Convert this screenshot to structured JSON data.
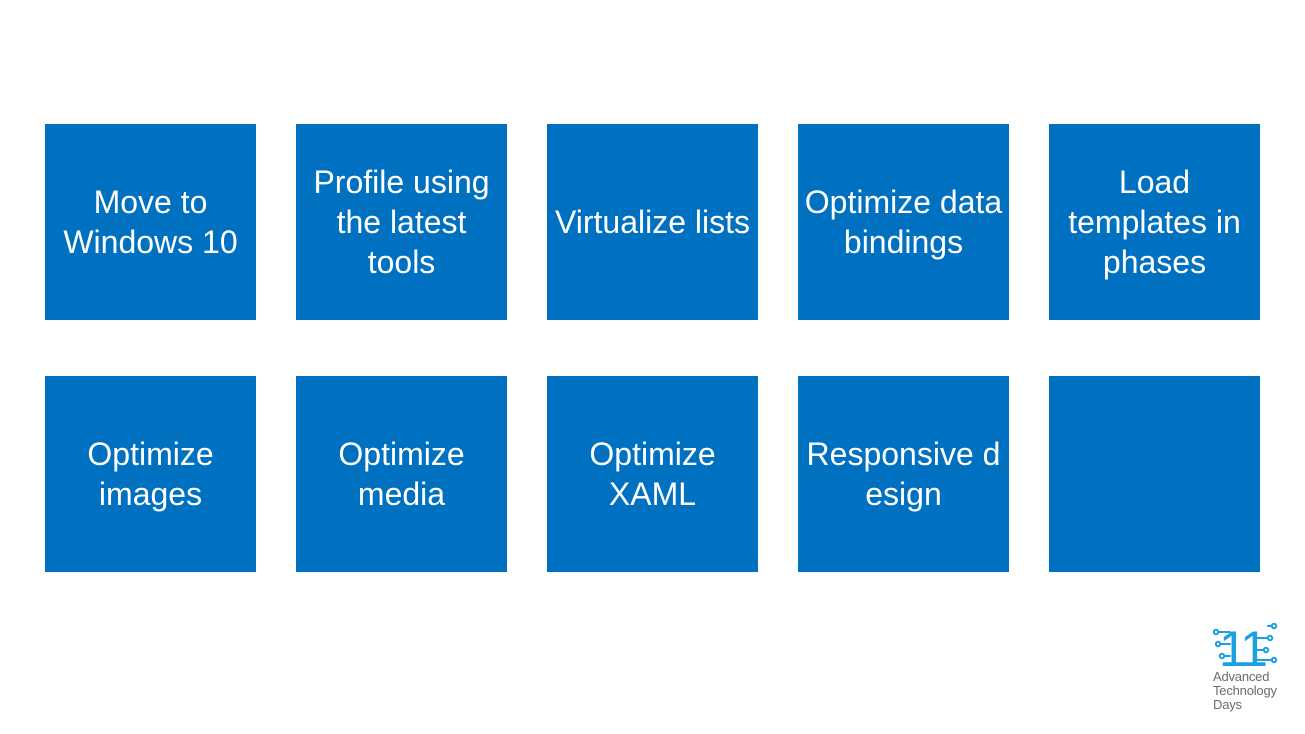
{
  "tiles": [
    {
      "label": "Move to Windows 10"
    },
    {
      "label": "Profile using the latest tools"
    },
    {
      "label": "Virtualize lists"
    },
    {
      "label": "Optimize data bindings"
    },
    {
      "label": "Load templates in phases"
    },
    {
      "label": "Optimize images"
    },
    {
      "label": "Optimize media"
    },
    {
      "label": "Optimize XAML"
    },
    {
      "label": "Responsive design"
    },
    {
      "label": ""
    }
  ],
  "logo": {
    "number": "11",
    "line1": "Advanced",
    "line2": "Technology",
    "line3": "Days",
    "color": "#1ba1e2"
  },
  "colors": {
    "tile": "#0070c0",
    "tile_text": "#ffffff"
  }
}
